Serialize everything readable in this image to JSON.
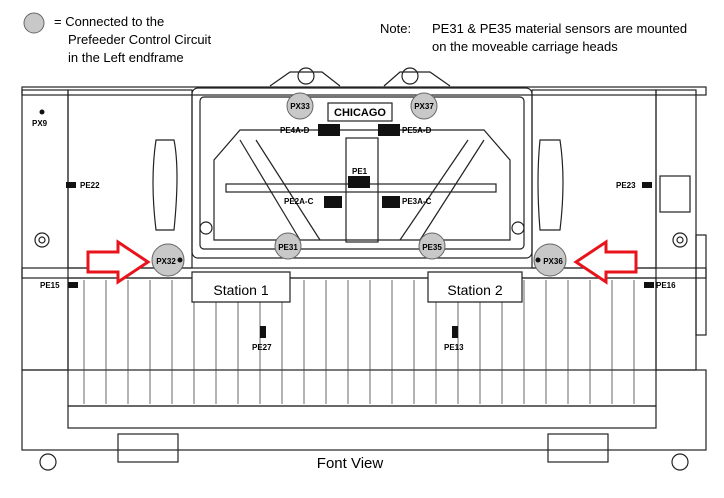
{
  "legend": {
    "symbol": "gray-circle-icon",
    "line1": "= Connected to the",
    "line2": "Prefeeder Control Circuit",
    "line3": "in the Left endframe"
  },
  "note": {
    "label": "Note:",
    "line1": "PE31 & PE35 material sensors are mounted",
    "line2": "on the moveable carriage heads"
  },
  "title_plate": "CHICAGO",
  "stations": {
    "left": "Station 1",
    "right": "Station 2"
  },
  "view_label": {
    "part1": "Font",
    "part2": "View"
  },
  "px_sensors": {
    "px33": "PX33",
    "px37": "PX37",
    "px31": "PE31",
    "px35": "PE35",
    "px32": "PX32",
    "px36": "PX36"
  },
  "labels": {
    "px9": "PX9",
    "pe22": "PE22",
    "pe23": "PE23",
    "pe15": "PE15",
    "pe16": "PE16",
    "pe4ad": "PE4A-D",
    "pe5ad": "PE5A-D",
    "pe1": "PE1",
    "pe2ac": "PE2A-C",
    "pe3ac": "PE3A-C",
    "pe27": "PE27",
    "pe13": "PE13"
  },
  "colors": {
    "arrow": "#e8141b",
    "sensor_fill": "#c8c8c8",
    "line": "#222222"
  }
}
